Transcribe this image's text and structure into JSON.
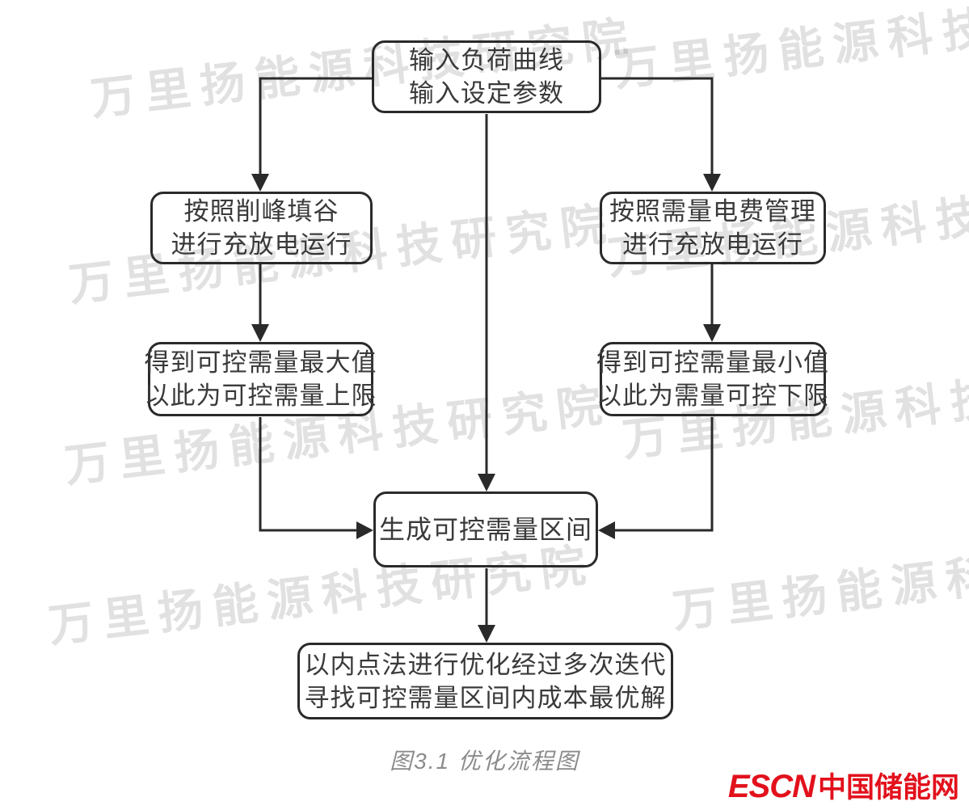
{
  "diagram": {
    "nodes": {
      "input": {
        "line1": "输入负荷曲线",
        "line2": "输入设定参数"
      },
      "peak": {
        "line1": "按照削峰填谷",
        "line2": "进行充放电运行"
      },
      "demand": {
        "line1": "按照需量电费管理",
        "line2": "进行充放电运行"
      },
      "max": {
        "line1": "得到可控需量最大值",
        "line2": "以此为可控需量上限"
      },
      "min": {
        "line1": "得到可控需量最小值",
        "line2": "以此为需量可控下限"
      },
      "interval": {
        "line1": "生成可控需量区间"
      },
      "optimize": {
        "line1": "以内点法进行优化经过多次迭代",
        "line2": "寻找可控需量区间内成本最优解"
      }
    },
    "caption": "图3.1 优化流程图"
  },
  "watermark": {
    "text": "万里扬能源科技研究院"
  },
  "logo": {
    "escn": "ESCN",
    "cn_name": "中国储能网"
  },
  "colors": {
    "line": "#2a2a2a",
    "node_text": "#3a3a3a",
    "caption": "#8c8c8c",
    "watermark": "rgba(40,40,40,0.14)",
    "logo_red": "#e2111c",
    "background": "#ffffff"
  }
}
